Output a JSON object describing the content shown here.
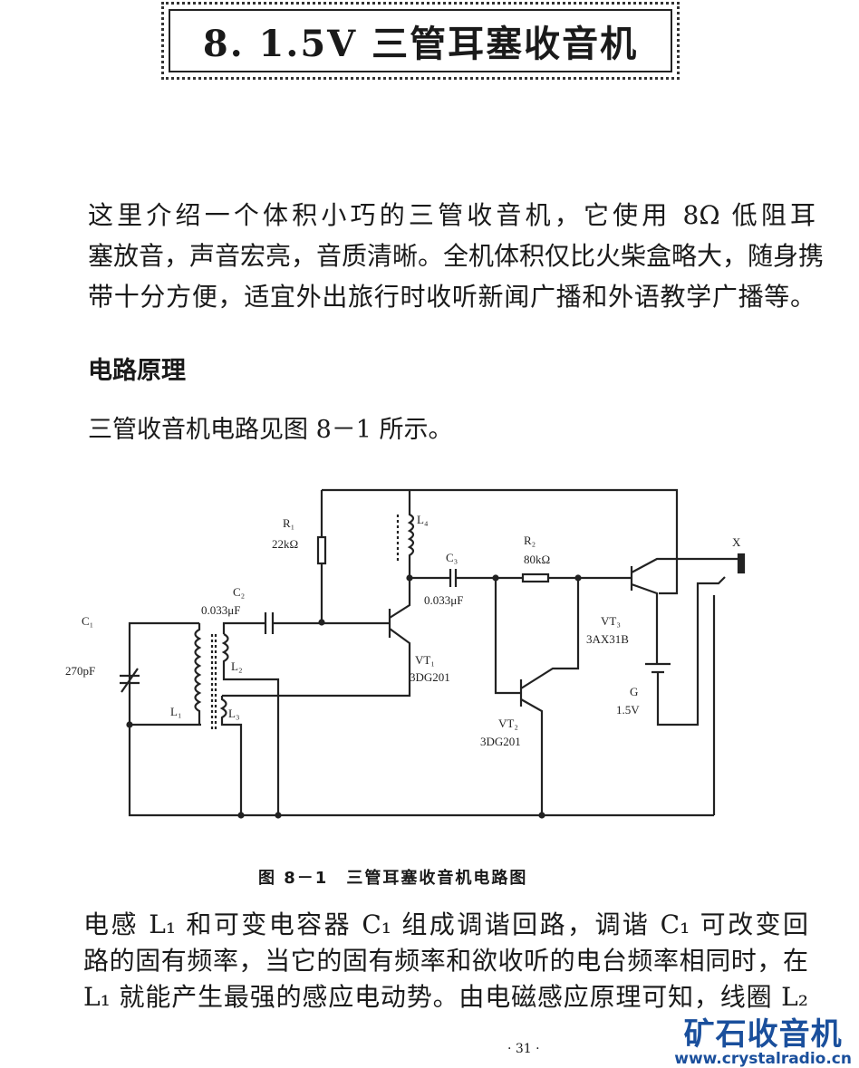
{
  "title": "8. 1.5V 三管耳塞收音机",
  "intro_lines": [
    "这里介绍一个体积小巧的三管收音机，它使用 8Ω 低阻耳",
    "塞放音，声音宏亮，音质清晰。全机体积仅比火柴盒略大，随身携",
    "带十分方便，适宜外出旅行时收听新闻广播和外语教学广播等。"
  ],
  "section_heading": "电路原理",
  "figure_ref": "三管收音机电路见图 8－1 所示。",
  "circuit_labels": {
    "c1": "C₁",
    "c1_val": "270pF",
    "l1": "L₁",
    "l2": "L₂",
    "l3": "L₃",
    "l4": "L₄",
    "c2": "C₂",
    "c2_val": "0.033μF",
    "r1": "R₁",
    "r1_val": "22kΩ",
    "c3": "C₃",
    "c3_val": "0.033μF",
    "r2": "R₂",
    "r2_val": "80kΩ",
    "vt1": "VT₁",
    "vt1_val": "3DG201",
    "vt2": "VT₂",
    "vt2_val": "3DG201",
    "vt3": "VT₃",
    "vt3_val": "3AX31B",
    "g": "G",
    "g_val": "1.5V",
    "x": "X"
  },
  "figure_caption": "图 8－1　三管耳塞收音机电路图",
  "body_lines": [
    "电感 L₁ 和可变电容器 C₁ 组成调谐回路，调谐 C₁ 可改变回",
    "路的固有频率，当它的固有频率和欲收听的电台频率相同时，在",
    "L₁ 就能产生最强的感应电动势。由电磁感应原理可知，线圈 L₂"
  ],
  "page_number": "· 31 ·",
  "watermark": {
    "name": "矿石收音机",
    "url": "www.crystalradio.cn"
  }
}
